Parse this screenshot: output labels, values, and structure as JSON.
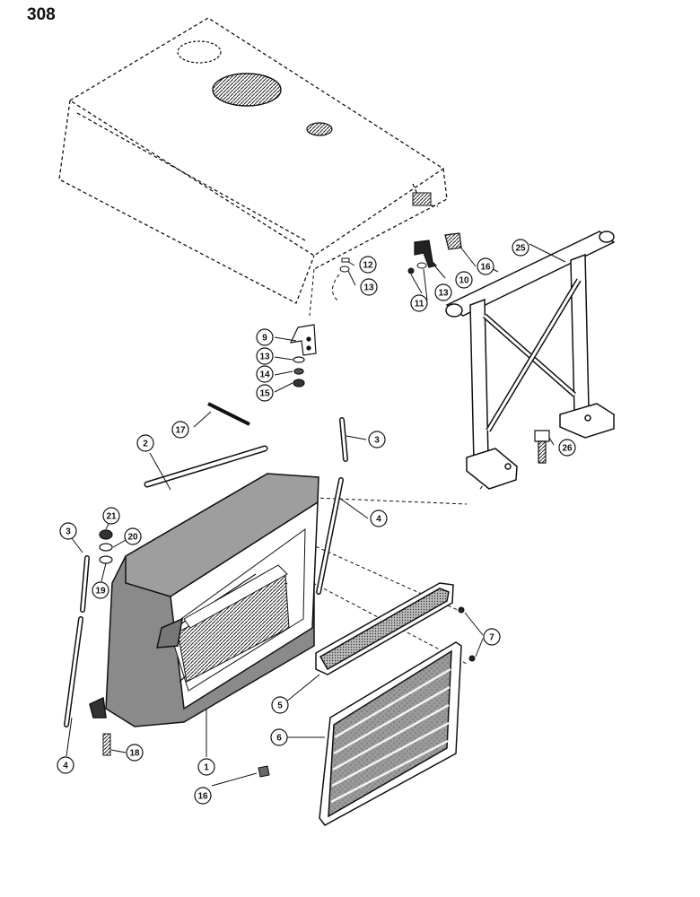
{
  "page": {
    "number": "308"
  },
  "callouts": [
    {
      "id": "c1",
      "label": "1"
    },
    {
      "id": "c2",
      "label": "2"
    },
    {
      "id": "c3a",
      "label": "3"
    },
    {
      "id": "c3b",
      "label": "3"
    },
    {
      "id": "c4a",
      "label": "4"
    },
    {
      "id": "c4b",
      "label": "4"
    },
    {
      "id": "c5",
      "label": "5"
    },
    {
      "id": "c6",
      "label": "6"
    },
    {
      "id": "c7",
      "label": "7"
    },
    {
      "id": "c9",
      "label": "9"
    },
    {
      "id": "c10",
      "label": "10"
    },
    {
      "id": "c11",
      "label": "11"
    },
    {
      "id": "c12",
      "label": "12"
    },
    {
      "id": "c13a",
      "label": "13"
    },
    {
      "id": "c13b",
      "label": "13"
    },
    {
      "id": "c13c",
      "label": "13"
    },
    {
      "id": "c14",
      "label": "14"
    },
    {
      "id": "c15",
      "label": "15"
    },
    {
      "id": "c16a",
      "label": "16"
    },
    {
      "id": "c16b",
      "label": "16"
    },
    {
      "id": "c17",
      "label": "17"
    },
    {
      "id": "c18",
      "label": "18"
    },
    {
      "id": "c19",
      "label": "19"
    },
    {
      "id": "c20",
      "label": "20"
    },
    {
      "id": "c21",
      "label": "21"
    },
    {
      "id": "c25",
      "label": "25"
    },
    {
      "id": "c26",
      "label": "26"
    }
  ]
}
